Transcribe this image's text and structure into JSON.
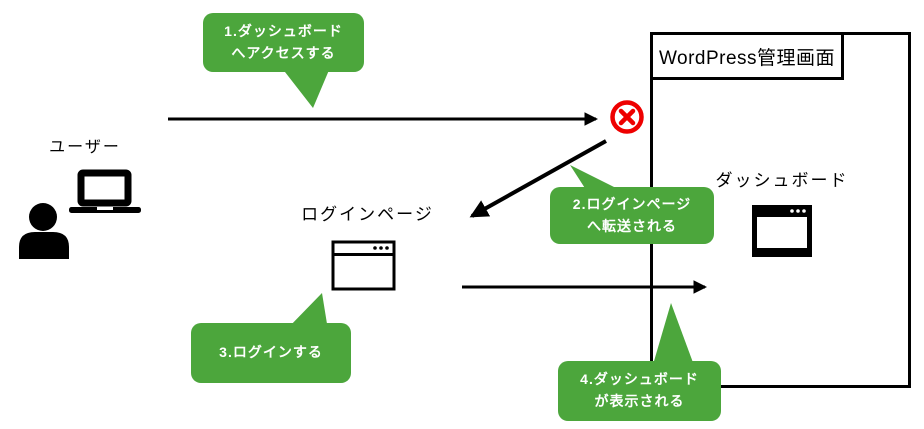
{
  "colors": {
    "bubble_green": "#4CA63C",
    "error_red": "#EE0000",
    "ink": "#000000",
    "background": "#FFFFFF"
  },
  "box": {
    "title": "WordPress管理画面"
  },
  "labels": {
    "user": "ユーザー",
    "login_page": "ログインページ",
    "dashboard": "ダッシュボード"
  },
  "bubbles": [
    {
      "step": 1,
      "lines": [
        "1.ダッシュボード",
        "へアクセスする"
      ]
    },
    {
      "step": 2,
      "lines": [
        "2.ログインページ",
        "へ転送される"
      ]
    },
    {
      "step": 3,
      "lines": [
        "3.ログインする"
      ]
    },
    {
      "step": 4,
      "lines": [
        "4.ダッシュボード",
        "が表示される"
      ]
    }
  ],
  "icons": {
    "user": "user-silhouette-icon",
    "laptop": "laptop-icon",
    "login_window": "browser-window-outline-icon",
    "dashboard_window": "browser-window-filled-icon",
    "blocked": "error-cross-icon"
  }
}
